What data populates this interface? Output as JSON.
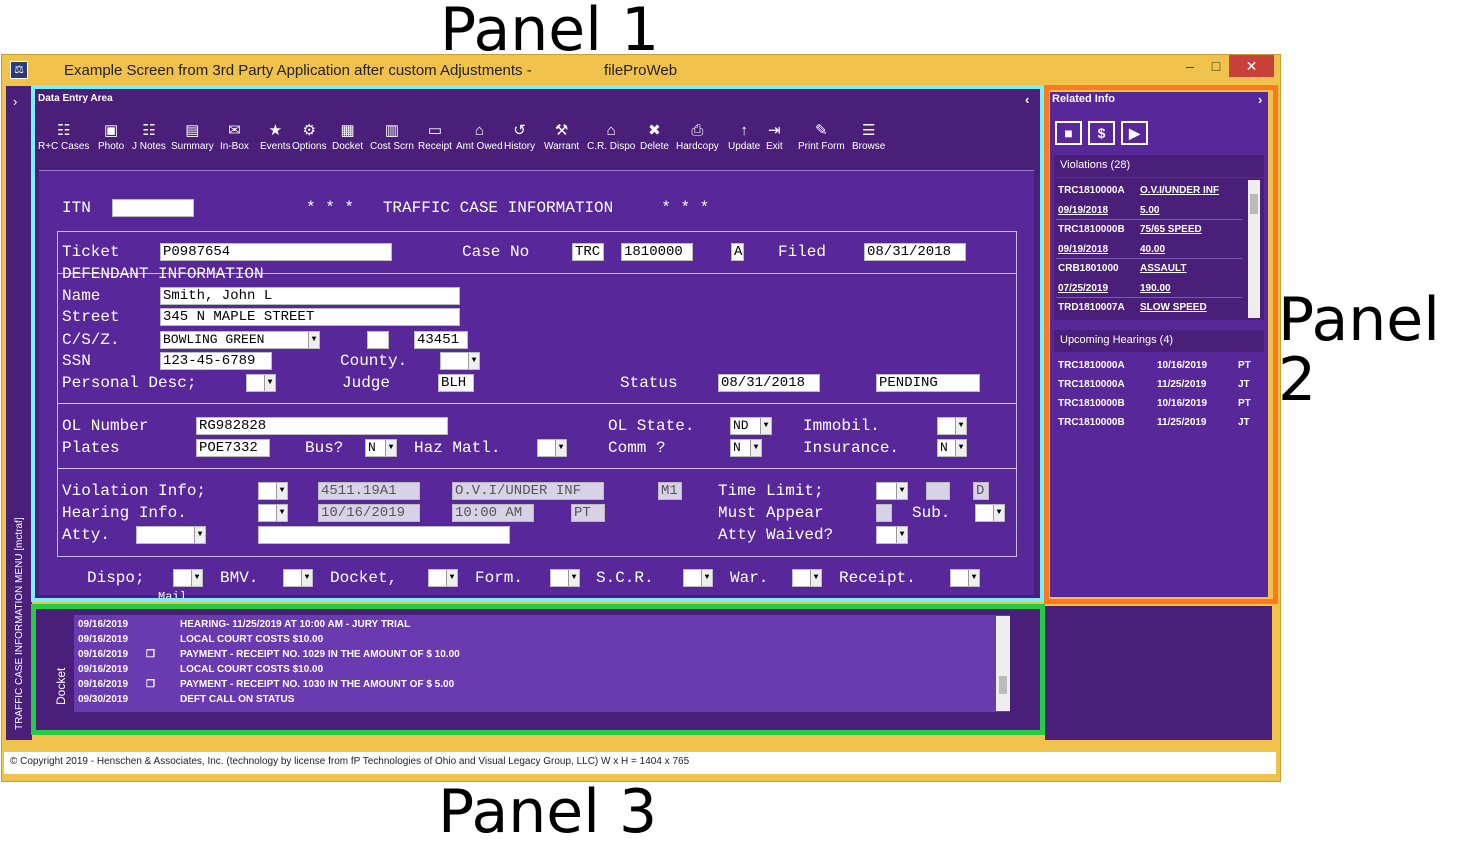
{
  "annotations": {
    "panel1": "Panel 1",
    "panel2": "Panel 2",
    "panel3": "Panel 3"
  },
  "window": {
    "title": "Example Screen from 3rd Party Application after custom Adjustments -",
    "app_name": "fileProWeb",
    "minimize": "–",
    "maximize": "□",
    "close": "✕"
  },
  "sidebar": {
    "vertical_label": "TRAFFIC CASE INFORMATION MENU [mctraf]",
    "chevron": "›"
  },
  "data_entry": {
    "title": "Data Entry Area",
    "collapse": "‹"
  },
  "toolbar": [
    {
      "label": "R+C Cases",
      "icon": "people-icon",
      "glyph": "☷"
    },
    {
      "label": "Photo",
      "icon": "image-icon",
      "glyph": "▣"
    },
    {
      "label": "J Notes",
      "icon": "notes-icon",
      "glyph": "☷"
    },
    {
      "label": "Summary",
      "icon": "summary-icon",
      "glyph": "▤"
    },
    {
      "label": "In-Box",
      "icon": "inbox-icon",
      "glyph": "✉"
    },
    {
      "label": "Events",
      "icon": "events-icon",
      "glyph": "★"
    },
    {
      "label": "Options",
      "icon": "gears-icon",
      "glyph": "⚙"
    },
    {
      "label": "Docket",
      "icon": "book-icon",
      "glyph": "▦"
    },
    {
      "label": "Cost Scrn",
      "icon": "cost-icon",
      "glyph": "▥"
    },
    {
      "label": "Receipt",
      "icon": "card-icon",
      "glyph": "▭"
    },
    {
      "label": "Amt Owed",
      "icon": "bank-icon",
      "glyph": "⌂"
    },
    {
      "label": "History",
      "icon": "history-icon",
      "glyph": "↺"
    },
    {
      "label": "Warrant",
      "icon": "gavel-icon",
      "glyph": "⚒"
    },
    {
      "label": "C.R. Dispo",
      "icon": "court-icon",
      "glyph": "⌂"
    },
    {
      "label": "Delete",
      "icon": "trash-icon",
      "glyph": "✖"
    },
    {
      "label": "Hardcopy",
      "icon": "print-icon",
      "glyph": "⎙"
    },
    {
      "label": "Update",
      "icon": "update-icon",
      "glyph": "↑"
    },
    {
      "label": "Exit",
      "icon": "exit-icon",
      "glyph": "⇥"
    },
    {
      "label": "Print Form",
      "icon": "form-icon",
      "glyph": "✎"
    },
    {
      "label": "Browse",
      "icon": "browse-icon",
      "glyph": "☰"
    }
  ],
  "form": {
    "itn_label": "ITN",
    "itn_value": "",
    "header": "* * *   TRAFFIC CASE INFORMATION     * * *",
    "ticket_label": "Ticket",
    "ticket": "P0987654",
    "caseno_label": "Case No",
    "case_prefix": "TRC",
    "case_number": "1810000",
    "case_suffix": "A",
    "filed_label": "Filed",
    "filed": "08/31/2018",
    "defendant_label": "DEFENDANT INFORMATION",
    "name_label": "Name",
    "name": "Smith, John L",
    "street_label": "Street",
    "street": "345 N MAPLE STREET",
    "csz_label": "C/S/Z.",
    "city": "BOWLING GREEN",
    "state": "",
    "zip": "43451",
    "ssn_label": "SSN",
    "ssn": "123-45-6789",
    "county_label": "County.",
    "pdesc_label": "Personal Desc;",
    "judge_label": "Judge",
    "judge": "BLH",
    "status_label": "Status",
    "status_date": "08/31/2018",
    "status": "PENDING",
    "ol_number_label": "OL Number",
    "ol_number": "RG982828",
    "ol_state_label": "OL State.",
    "ol_state": "ND",
    "immobil_label": "Immobil.",
    "plates_label": "Plates",
    "plates": "POE7332",
    "bus_label": "Bus?",
    "bus": "N",
    "haz_label": "Haz Matl.",
    "comm_label": "Comm ?",
    "comm": "N",
    "insurance_label": "Insurance.",
    "insurance": "N",
    "violation_label": "Violation Info;",
    "violation_code": "4511.19A1",
    "violation_desc": "O.V.I/UNDER INF",
    "violation_deg": "M1",
    "time_limit_label": "Time Limit;",
    "time_limit_flag": "D",
    "hearing_label": "Hearing Info.",
    "hearing_date": "10/16/2019",
    "hearing_time": "10:00 AM",
    "hearing_type": "PT",
    "must_appear_label": "Must Appear",
    "sub_label": "Sub.",
    "atty_label": "Atty.",
    "atty_waived_label": "Atty Waived?",
    "dispo_label": "Dispo;",
    "bmv_label": "BMV.",
    "docket_label": "Docket,",
    "form_label": "Form.",
    "scr_label": "S.C.R.",
    "war_label": "War.",
    "receipt_label": "Receipt.",
    "mail_label": "Mail"
  },
  "related": {
    "title": "Related Info",
    "chevron": "›",
    "icons": [
      {
        "name": "folder-icon",
        "glyph": "■"
      },
      {
        "name": "dollar-icon",
        "glyph": "$"
      },
      {
        "name": "megaphone-icon",
        "glyph": "▶"
      }
    ],
    "violations_header": "Violations (28)",
    "violations": [
      {
        "a": "TRC1810000A",
        "b": "O.V.I/UNDER INF",
        "link_a": false
      },
      {
        "a": "09/19/2018",
        "b": "5.00",
        "link_a": true
      },
      {
        "a": "TRC1810000B",
        "b": "75/65 SPEED",
        "link_a": false
      },
      {
        "a": "09/19/2018",
        "b": "40.00",
        "link_a": true
      },
      {
        "a": "CRB1801000",
        "b": "ASSAULT",
        "link_a": false
      },
      {
        "a": "07/25/2019",
        "b": "190.00",
        "link_a": true
      },
      {
        "a": "TRD1810007A",
        "b": "SLOW SPEED",
        "link_a": false
      }
    ],
    "hearings_header": "Upcoming Hearings (4)",
    "hearings": [
      {
        "case": "TRC1810000A",
        "date": "10/16/2019",
        "type": "PT"
      },
      {
        "case": "TRC1810000A",
        "date": "11/25/2019",
        "type": "JT"
      },
      {
        "case": "TRC1810000B",
        "date": "10/16/2019",
        "type": "PT"
      },
      {
        "case": "TRC1810000B",
        "date": "11/25/2019",
        "type": "JT"
      }
    ]
  },
  "docket": {
    "tab_label": "Docket",
    "rows": [
      {
        "date": "09/16/2019",
        "doc": false,
        "text": "HEARING- 11/25/2019 AT 10:00 AM - JURY TRIAL"
      },
      {
        "date": "09/16/2019",
        "doc": false,
        "text": "LOCAL COURT COSTS $10.00"
      },
      {
        "date": "09/16/2019",
        "doc": true,
        "text": "PAYMENT - RECEIPT NO. 1029 IN THE AMOUNT OF $ 10.00"
      },
      {
        "date": "09/16/2019",
        "doc": false,
        "text": "LOCAL COURT COSTS $10.00"
      },
      {
        "date": "09/16/2019",
        "doc": true,
        "text": "PAYMENT - RECEIPT NO. 1030 IN THE AMOUNT OF $ 5.00"
      },
      {
        "date": "09/30/2019",
        "doc": false,
        "text": "DEFT CALL ON STATUS"
      }
    ]
  },
  "statusbar": {
    "text": "© Copyright 2019 - Henschen & Associates, Inc. (technology by license from fP Technologies of Ohio and Visual Legacy Group, LLC)    W x H = 1404 x 765"
  }
}
